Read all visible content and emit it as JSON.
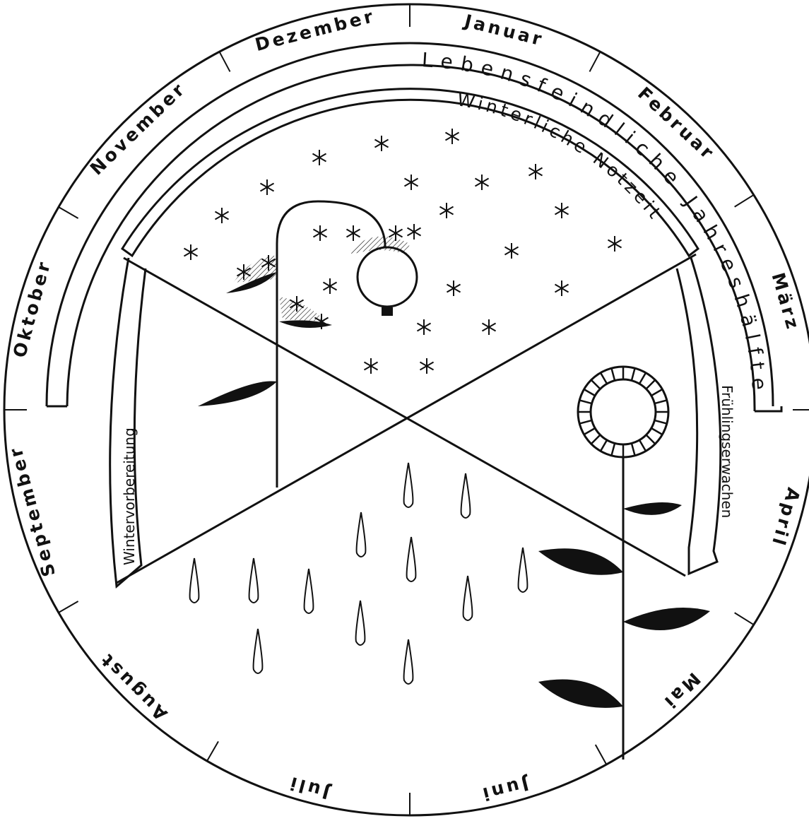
{
  "months": [
    {
      "id": "januar",
      "label": "Januar"
    },
    {
      "id": "februar",
      "label": "Februar"
    },
    {
      "id": "maerz",
      "label": "März"
    },
    {
      "id": "april",
      "label": "April"
    },
    {
      "id": "mai",
      "label": "Mai"
    },
    {
      "id": "juni",
      "label": "Juni"
    },
    {
      "id": "juli",
      "label": "Juli"
    },
    {
      "id": "august",
      "label": "August"
    },
    {
      "id": "september",
      "label": "September"
    },
    {
      "id": "oktober",
      "label": "Oktober"
    },
    {
      "id": "november",
      "label": "November"
    },
    {
      "id": "dezember",
      "label": "Dezember"
    }
  ],
  "bands": {
    "half_year_part1": "Lebensfeindliche",
    "half_year_part2": "Jahreshälfte",
    "winter_notzeit": "Winterliche Notzeit",
    "wintervorbereitung": "Wintervorbereitung",
    "fruehlingserwachen": "Frühlingserwachen"
  },
  "colors": {
    "ink": "#111111",
    "paper": "#ffffff"
  }
}
